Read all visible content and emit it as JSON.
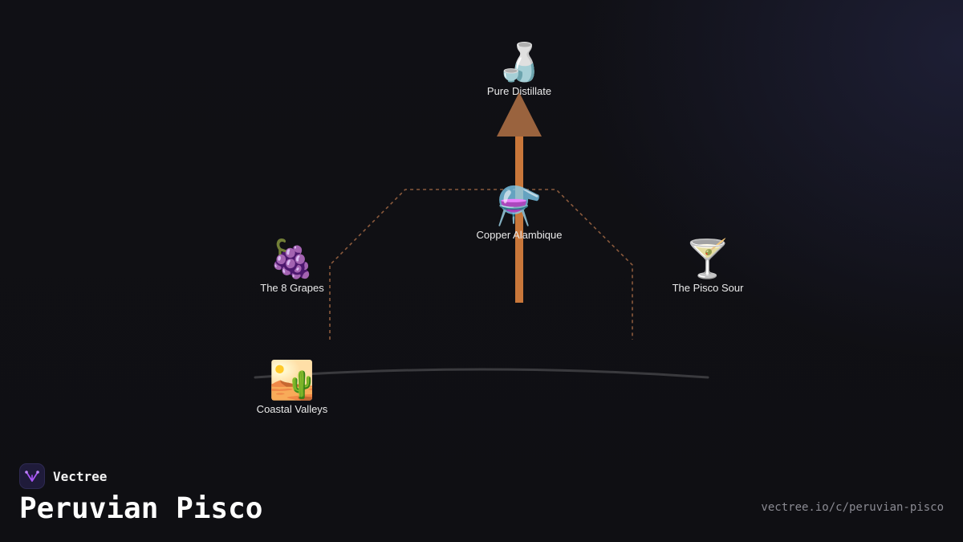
{
  "brand": {
    "name": "Vectree"
  },
  "title": "Peruvian Pisco",
  "url": "vectree.io/c/peruvian-pisco",
  "colors": {
    "background": "#0f0f13",
    "arrow": "#c9773a",
    "arrow_head": "#9a633e",
    "dashed_path": "#8a5a3c",
    "ground_curve": "#3a3a3e",
    "brand_accent": "#a855f7"
  },
  "nodes": {
    "pure_distillate": {
      "icon": "sake-bottle-icon",
      "emoji": "🍶",
      "label": "Pure Distillate"
    },
    "copper_alambique": {
      "icon": "alembic-icon",
      "emoji": "⚗️",
      "label": "Copper Alambique"
    },
    "the_8_grapes": {
      "icon": "grapes-icon",
      "emoji": "🍇",
      "label": "The 8 Grapes"
    },
    "the_pisco_sour": {
      "icon": "cocktail-glass-icon",
      "emoji": "🍸",
      "label": "The Pisco Sour"
    },
    "coastal_valleys": {
      "icon": "desert-icon",
      "emoji": "🏜️",
      "label": "Coastal Valleys"
    }
  }
}
